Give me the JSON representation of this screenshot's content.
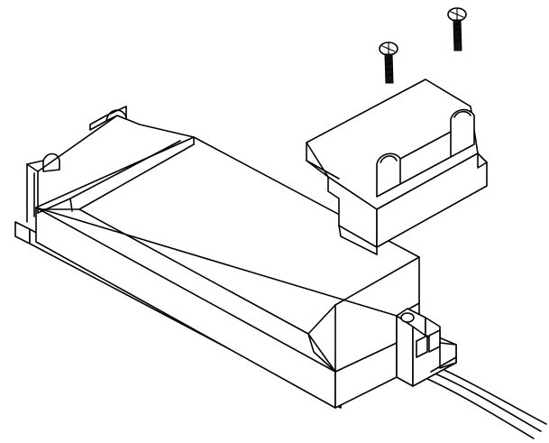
{
  "diagram": {
    "kind": "assembly-illustration",
    "components": [
      {
        "name": "led-driver",
        "icon": "driver-housing"
      },
      {
        "name": "terminal-cover",
        "icon": "cover-cap"
      },
      {
        "name": "mounting-screws",
        "icon": "screw",
        "count": 2
      },
      {
        "name": "terminal-block",
        "icon": "screw-terminal"
      },
      {
        "name": "output-cable",
        "icon": "twin-wire"
      }
    ],
    "colors": {
      "line": "#000000",
      "background": "#ffffff",
      "screw": "#111111"
    }
  }
}
